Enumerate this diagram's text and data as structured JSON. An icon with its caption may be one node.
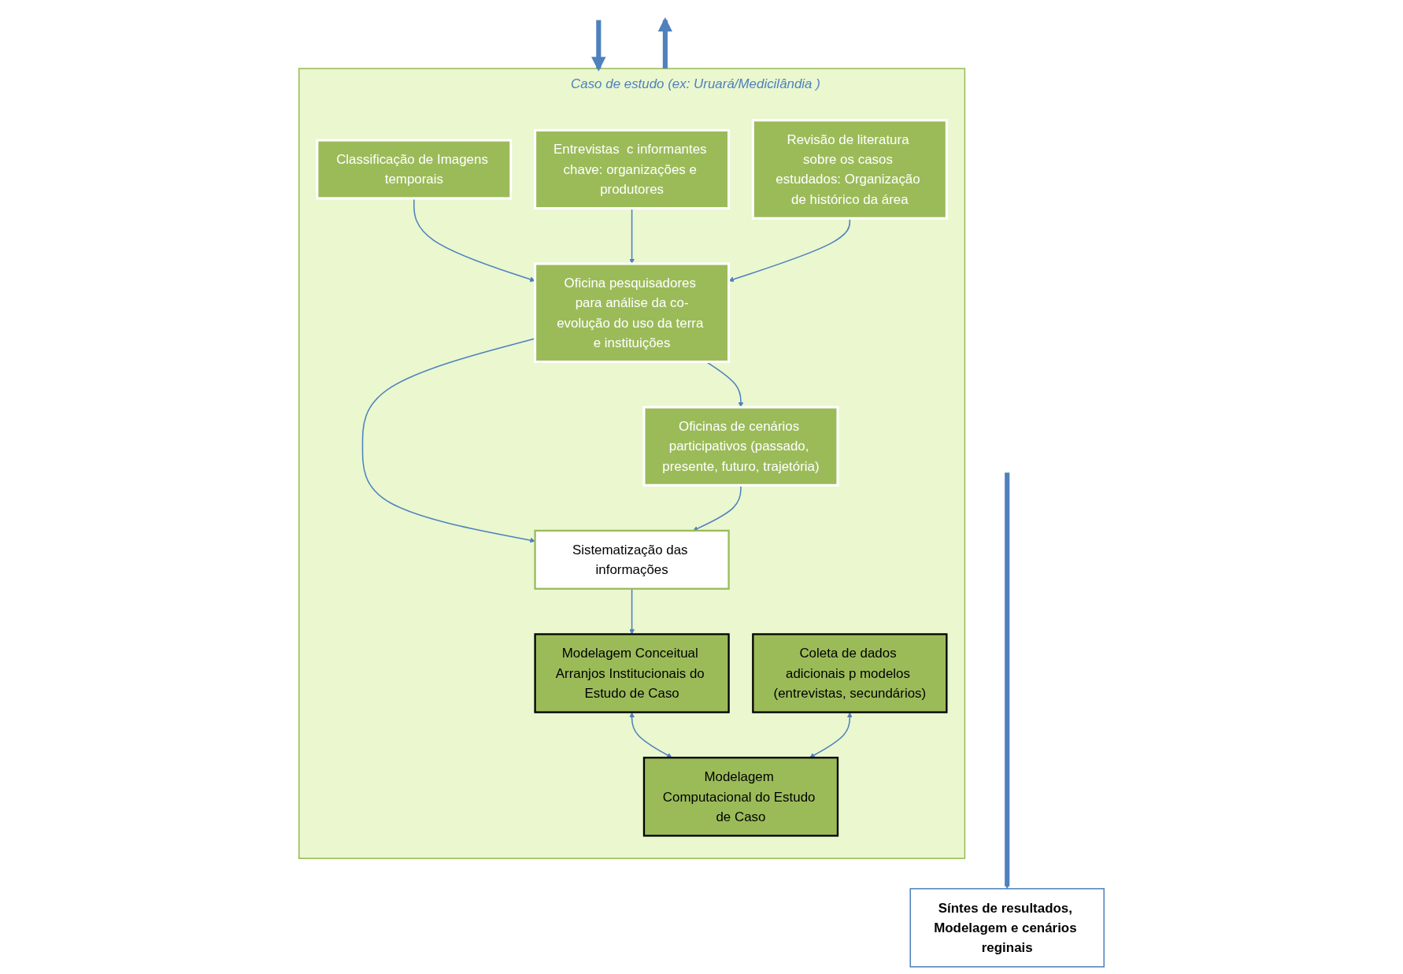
{
  "diagram": {
    "nodes": [
      {
        "text": [
          "Caso de estudo (ex: Uruará/Medicilândia )"
        ]
      },
      {
        "text": [
          "Classificação de Imagens temporais"
        ],
        "in": 0
      },
      {
        "text": [
          "Entrevistas  c informantes chave: organizações e produtores"
        ],
        "in": 0
      },
      {
        "text": [
          "Revisão de literatura sobre os casos estudados: Organização de histórico da área"
        ],
        "in": 0
      },
      {
        "text": [
          "Oficina pesquisadores para análise da co-evolução do uso da terra e instituições"
        ],
        "in": 0
      },
      {
        "text": [
          "Oficinas de cenários participativos (passado, presente, futuro, trajetória)"
        ],
        "in": 0
      },
      {
        "text": [
          "Sistematização das informações"
        ],
        "in": 0
      },
      {
        "text": [
          "Modelagem Conceitual Arranjos Institucionais do Estudo de Caso"
        ],
        "in": 0
      },
      {
        "text": [
          "Coleta de dados adicionais p modelos (entrevistas, secundários)"
        ],
        "in": 0
      },
      {
        "text": [
          "Modelagem Computacional do Estudo de Caso"
        ],
        "in": 0
      },
      {
        "text": [
          "Síntes de resultados, Modelagem e cenários reginais"
        ]
      }
    ],
    "edges": [
      {
        "from": 1,
        "to": 4,
        "arrow": "to"
      },
      {
        "from": 2,
        "to": 4,
        "arrow": "to"
      },
      {
        "from": 3,
        "to": 4,
        "arrow": "to"
      },
      {
        "from": 4,
        "to": 5,
        "arrow": "to"
      },
      {
        "from": 4,
        "to": 6,
        "arrow": "to"
      },
      {
        "from": 5,
        "to": 6,
        "arrow": "to"
      },
      {
        "from": 6,
        "to": 7,
        "arrow": "to"
      },
      {
        "from": 7,
        "to": 9,
        "arrow": "both"
      },
      {
        "from": 8,
        "to": 9,
        "arrow": "both"
      },
      {
        "from": null,
        "to": 0,
        "arrow": "to",
        "style": "thick"
      },
      {
        "from": 0,
        "to": null,
        "arrow": "to",
        "style": "thick"
      },
      {
        "from": null,
        "to": 10,
        "arrow": "to",
        "style": "thick"
      }
    ]
  }
}
